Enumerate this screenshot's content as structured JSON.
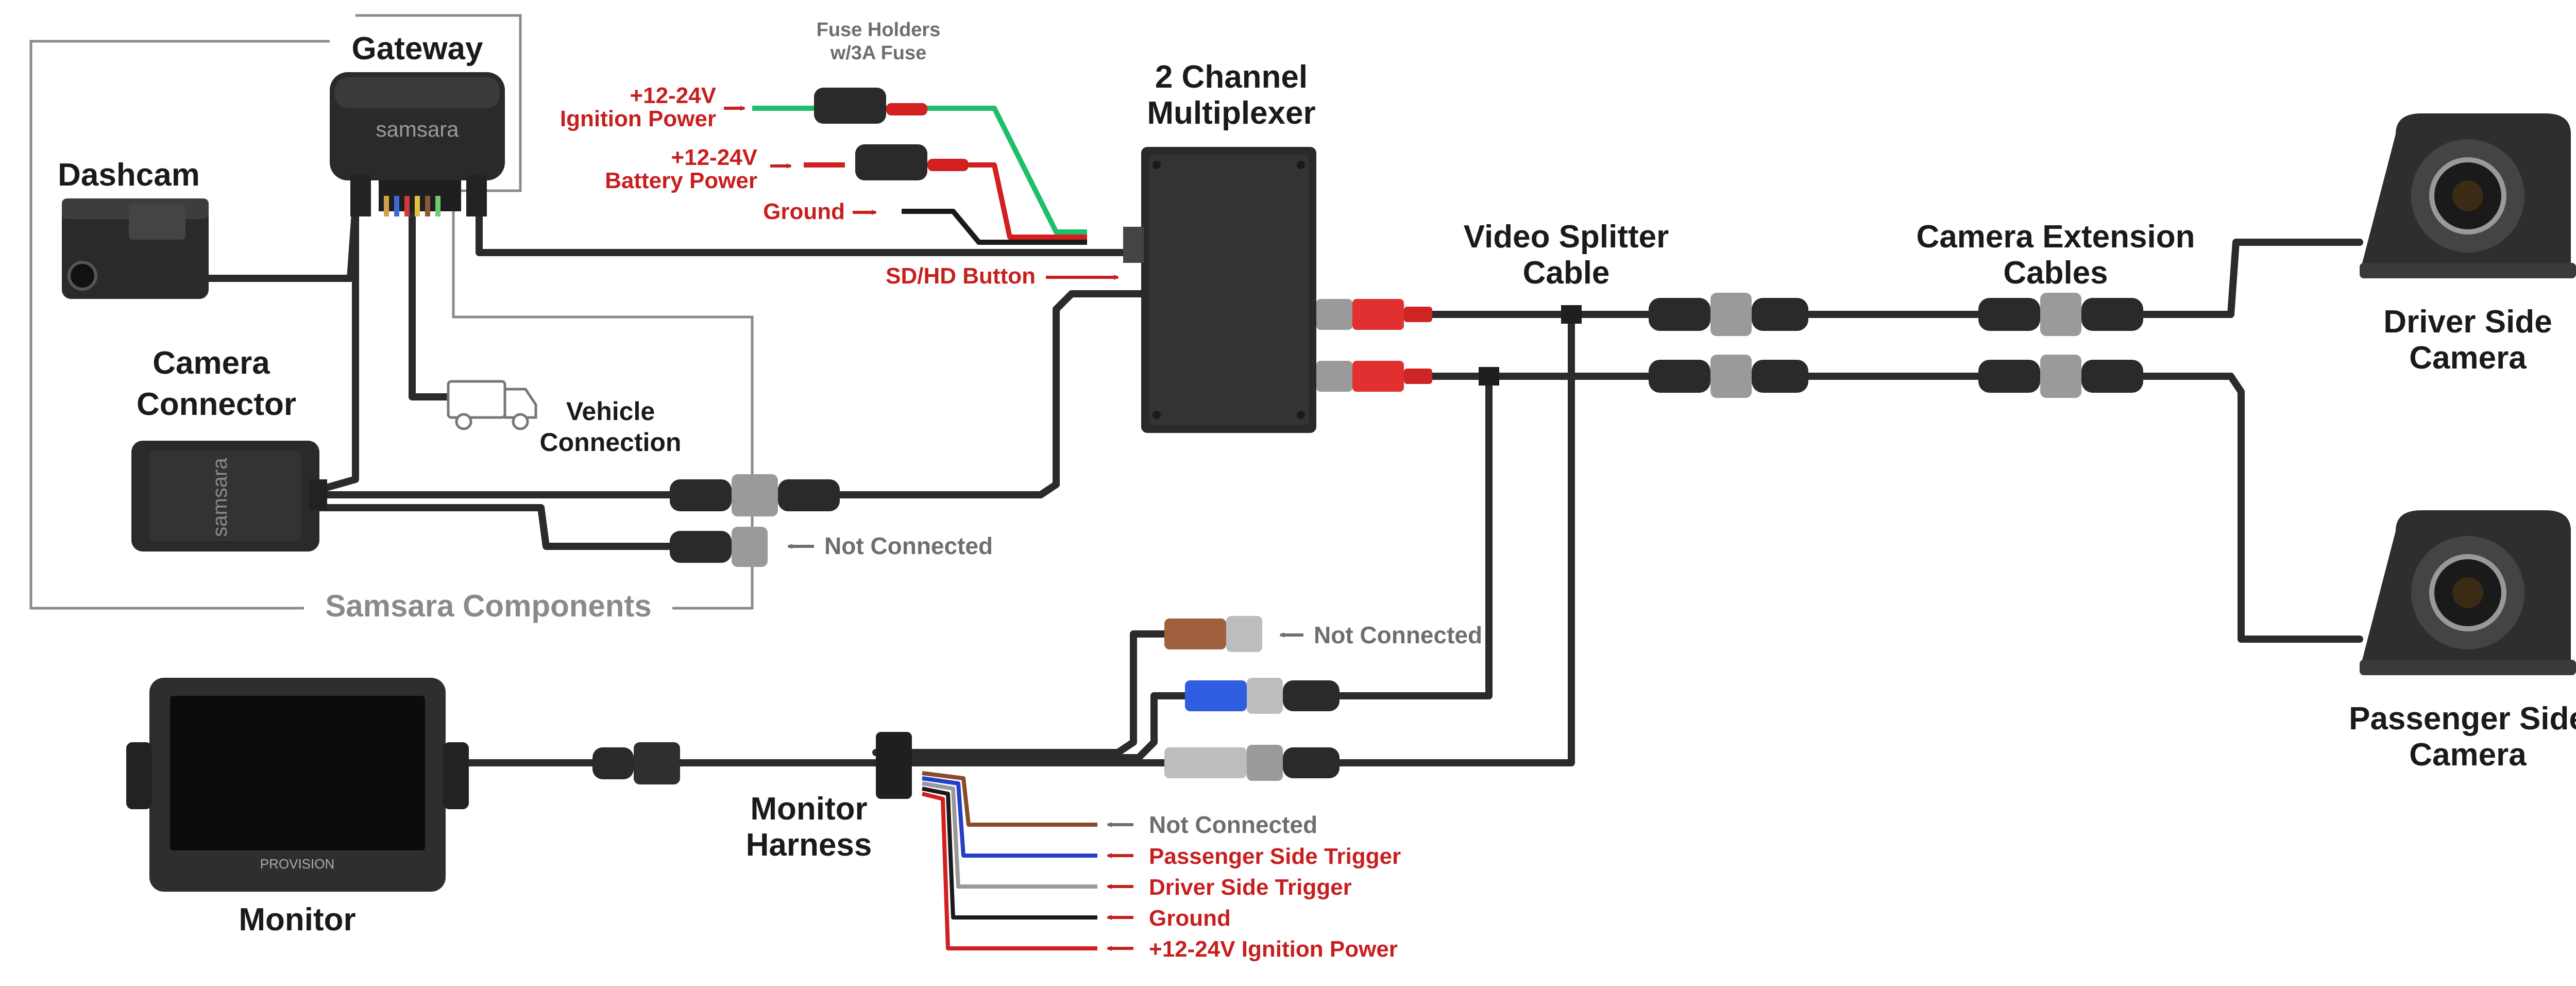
{
  "colors": {
    "cable": "#2b2b2b",
    "device": "#2a2a2a",
    "red_label": "#c81e1e",
    "gray_label": "#6e6e6e",
    "green_wire": "#1fbf6a",
    "red_wire": "#d21f1f",
    "blue_wire": "#2440c8",
    "brown_wire": "#8a4b2a",
    "rca_red": "#e03030",
    "rca_blue": "#2f5fe0",
    "rca_brown": "#a0603d",
    "rca_gray": "#bdbdbd",
    "group_border": "#8a8a8a"
  },
  "labels": {
    "gateway": "Gateway",
    "gateway_brand": "samsara",
    "dashcam": "Dashcam",
    "camera_connector_1": "Camera",
    "camera_connector_2": "Connector",
    "camera_connector_brand": "samsara",
    "vehicle_connection_1": "Vehicle",
    "vehicle_connection_2": "Connection",
    "samsara_components": "Samsara Components",
    "fuse_holders_1": "Fuse Holders",
    "fuse_holders_2": "w/3A Fuse",
    "ignition_1": "+12-24V",
    "ignition_2": "Ignition Power",
    "battery_1": "+12-24V",
    "battery_2": "Battery Power",
    "ground_top": "Ground",
    "sd_hd": "SD/HD Button",
    "multiplexer_1": "2 Channel",
    "multiplexer_2": "Multiplexer",
    "splitter_1": "Video Splitter",
    "splitter_2": "Cable",
    "extension_1": "Camera Extension",
    "extension_2": "Cables",
    "driver_cam_1": "Driver Side",
    "driver_cam_2": "Camera",
    "passenger_cam_1": "Passenger Side",
    "passenger_cam_2": "Camera",
    "not_connected_cc": "Not Connected",
    "not_connected_brown": "Not Connected",
    "monitor": "Monitor",
    "monitor_brand": "PROVISION",
    "harness_1": "Monitor",
    "harness_2": "Harness",
    "h_not_connected": "Not Connected",
    "h_passenger_trigger": "Passenger Side Trigger",
    "h_driver_trigger": "Driver Side Trigger",
    "h_ground": "Ground",
    "h_ignition": "+12-24V Ignition Power"
  },
  "icons": [
    "truck-icon",
    "arrow-right-icon",
    "arrow-left-icon",
    "fuse-icon",
    "camera-lens-icon"
  ]
}
